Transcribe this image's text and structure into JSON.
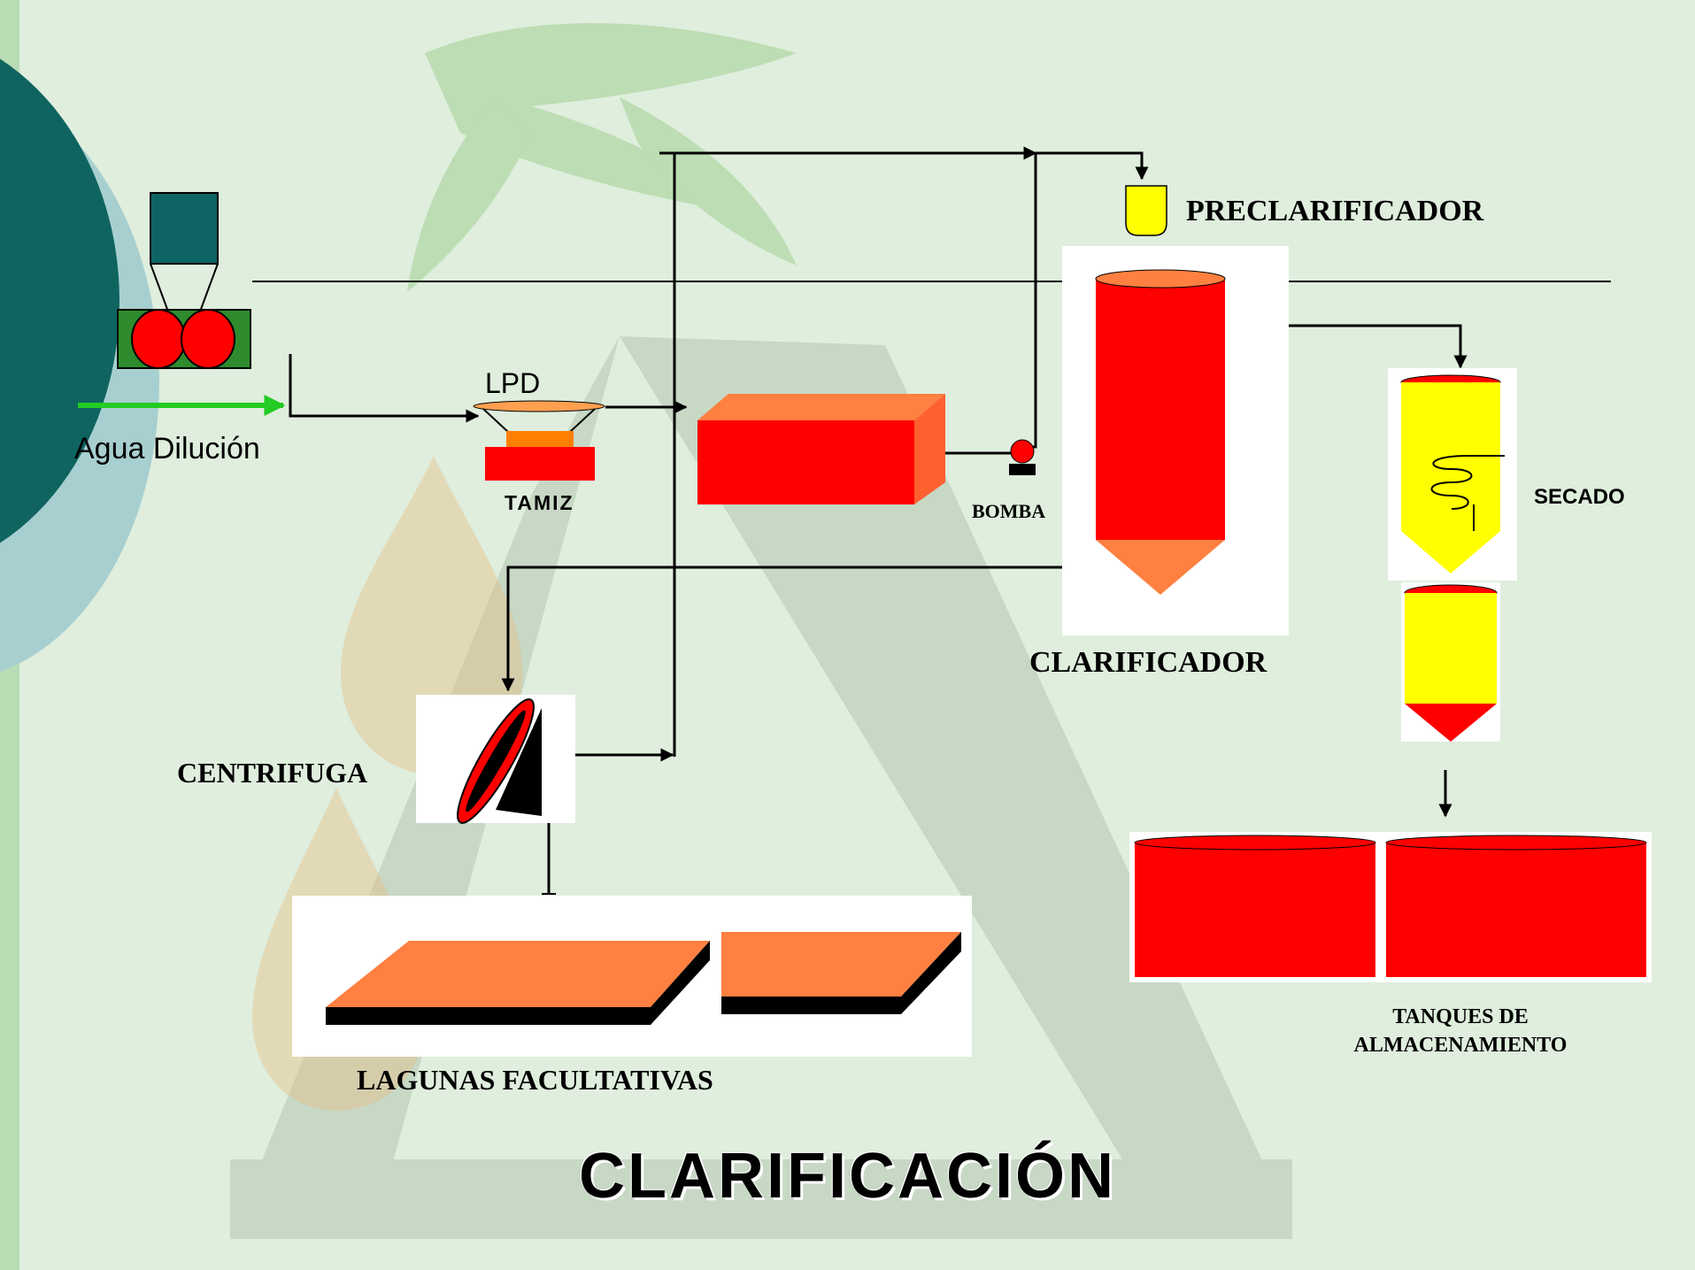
{
  "title": "CLARIFICACIÓN",
  "labels": {
    "preclarificador": "PRECLARIFICADOR",
    "lpd": "LPD",
    "agua_dilucion": "Agua Dilución",
    "tamiz": "TAMIZ",
    "bomba": "BOMBA",
    "secado": "SECADO",
    "clarificador": "CLARIFICADOR",
    "centrifuga": "CENTRIFUGA",
    "tanques_line1": "TANQUES DE",
    "tanques_line2": "ALMACENAMIENTO",
    "lagunas": "LAGUNAS FACULTATIVAS"
  },
  "colors": {
    "background": "#dfeedd",
    "process_red": "#ff0000",
    "process_orange": "#ff8040",
    "dryer_yellow": "#ffff00",
    "press_green": "#2e8b2e",
    "hopper_teal": "#0e6464",
    "water_arrow": "#22cc22",
    "flow_line": "#000000"
  }
}
